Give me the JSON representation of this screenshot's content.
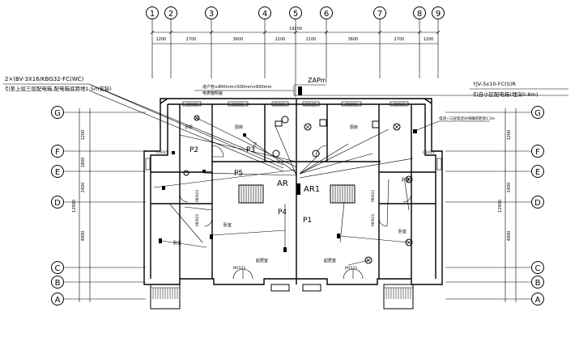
{
  "axes_top": [
    "1",
    "2",
    "3",
    "4",
    "5",
    "6",
    "7",
    "8",
    "9"
  ],
  "axes_side": [
    "G",
    "F",
    "E",
    "D",
    "C",
    "B",
    "A"
  ],
  "dims_top": [
    "1200",
    "2700",
    "3600",
    "2100",
    "2100",
    "3600",
    "2700",
    "1200"
  ],
  "dim_total": "19200",
  "dims_side": [
    "1200",
    "1800",
    "2400",
    "4800",
    "12900"
  ],
  "annotations": {
    "left_cable": "2×(BV-3X16/KBG32-FC(WC)",
    "left_cable_sub": "引至上层三层配电箱,配电箱底距地1.5m安装)",
    "center_box": "ZAPm",
    "center_note": "进户管≥800mm×500mm×800mm",
    "center_note2": "电表箱明装",
    "right_cable": "YJV-5x10-FC(S)R",
    "right_cable_sub": "引自小区配电箱(埋深0.8m)",
    "right_small": "电话~三层电话分线箱底距地1.5m"
  },
  "labels": {
    "P2": "P2",
    "P3": "P3",
    "P5": "P5",
    "P4": "P4",
    "P1": "P1",
    "AR": "AR",
    "AR1": "AR1",
    "C1515a": "C1515",
    "C1215a": "C1215",
    "C1515b": "C1515",
    "C1215b": "C1215",
    "C1515c": "C1515",
    "C1515d": "C1515",
    "C1015a": "C1015",
    "C1015b": "C1015",
    "M0921a": "M0921",
    "M0921b": "M0921",
    "M0921c": "M0921",
    "M0921d": "M0921",
    "M1521a": "M1521",
    "M1521b": "M1521",
    "room_yigui": "衣柜",
    "room_woshi_l": "卧室",
    "room_woshi_r": "卧室",
    "room_keting_l": "起居室",
    "room_keting_r": "起居室",
    "room_chufang": "厨房",
    "room_chufang_r": "厨房",
    "room_weisheng": "卫",
    "room_woshi_ml": "卧室",
    "room_woshi_mr": "卧室"
  }
}
